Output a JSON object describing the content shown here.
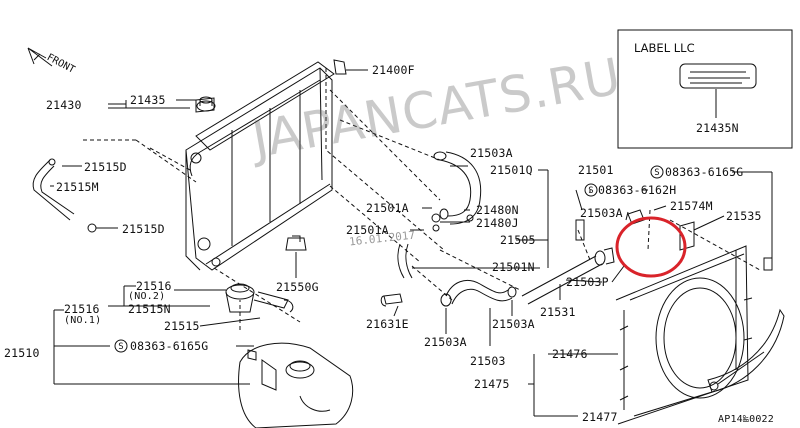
{
  "watermark": "JAPANCATS.RU",
  "stamp_text": "16.01.2017",
  "front_label": "FRONT",
  "inset": {
    "title": "LABEL LLC",
    "part": "21435N"
  },
  "figure_code": "AP14‱0022",
  "accent_color": "#d9232a",
  "labels": {
    "p21400F": "21400F",
    "p21430": "21430",
    "p21435": "21435",
    "p21515D_a": "21515D",
    "p21515M": "21515M",
    "p21515D_b": "21515D",
    "p21550G": "21550G",
    "p21516_no2": "21516",
    "no2": "(NO.2)",
    "p21515N": "21515N",
    "p21516_no1": "21516",
    "no1": "(NO.1)",
    "p21515": "21515",
    "p21510": "21510",
    "bolt_08363_6165G_a": "08363-6165G",
    "p21503A_a": "21503A",
    "p21501Q": "21501Q",
    "p21501": "21501",
    "bolt_08363_6162H": "08363-6162H",
    "bolt_08363_6165G_b": "08363-6165G",
    "p21501A_a": "21501A",
    "p21480N": "21480N",
    "p21480J": "21480J",
    "p21501A_b": "21501A",
    "p21505": "21505",
    "p21503A_b": "21503A",
    "p21574M": "21574M",
    "p21535": "21535",
    "p21501N": "21501N",
    "p21503P": "21503P",
    "p21531": "21531",
    "p21631E": "21631E",
    "p21503A_c": "21503A",
    "p21503A_d": "21503A",
    "p21503": "21503",
    "p21476": "21476",
    "p21475": "21475",
    "p21477": "21477"
  }
}
